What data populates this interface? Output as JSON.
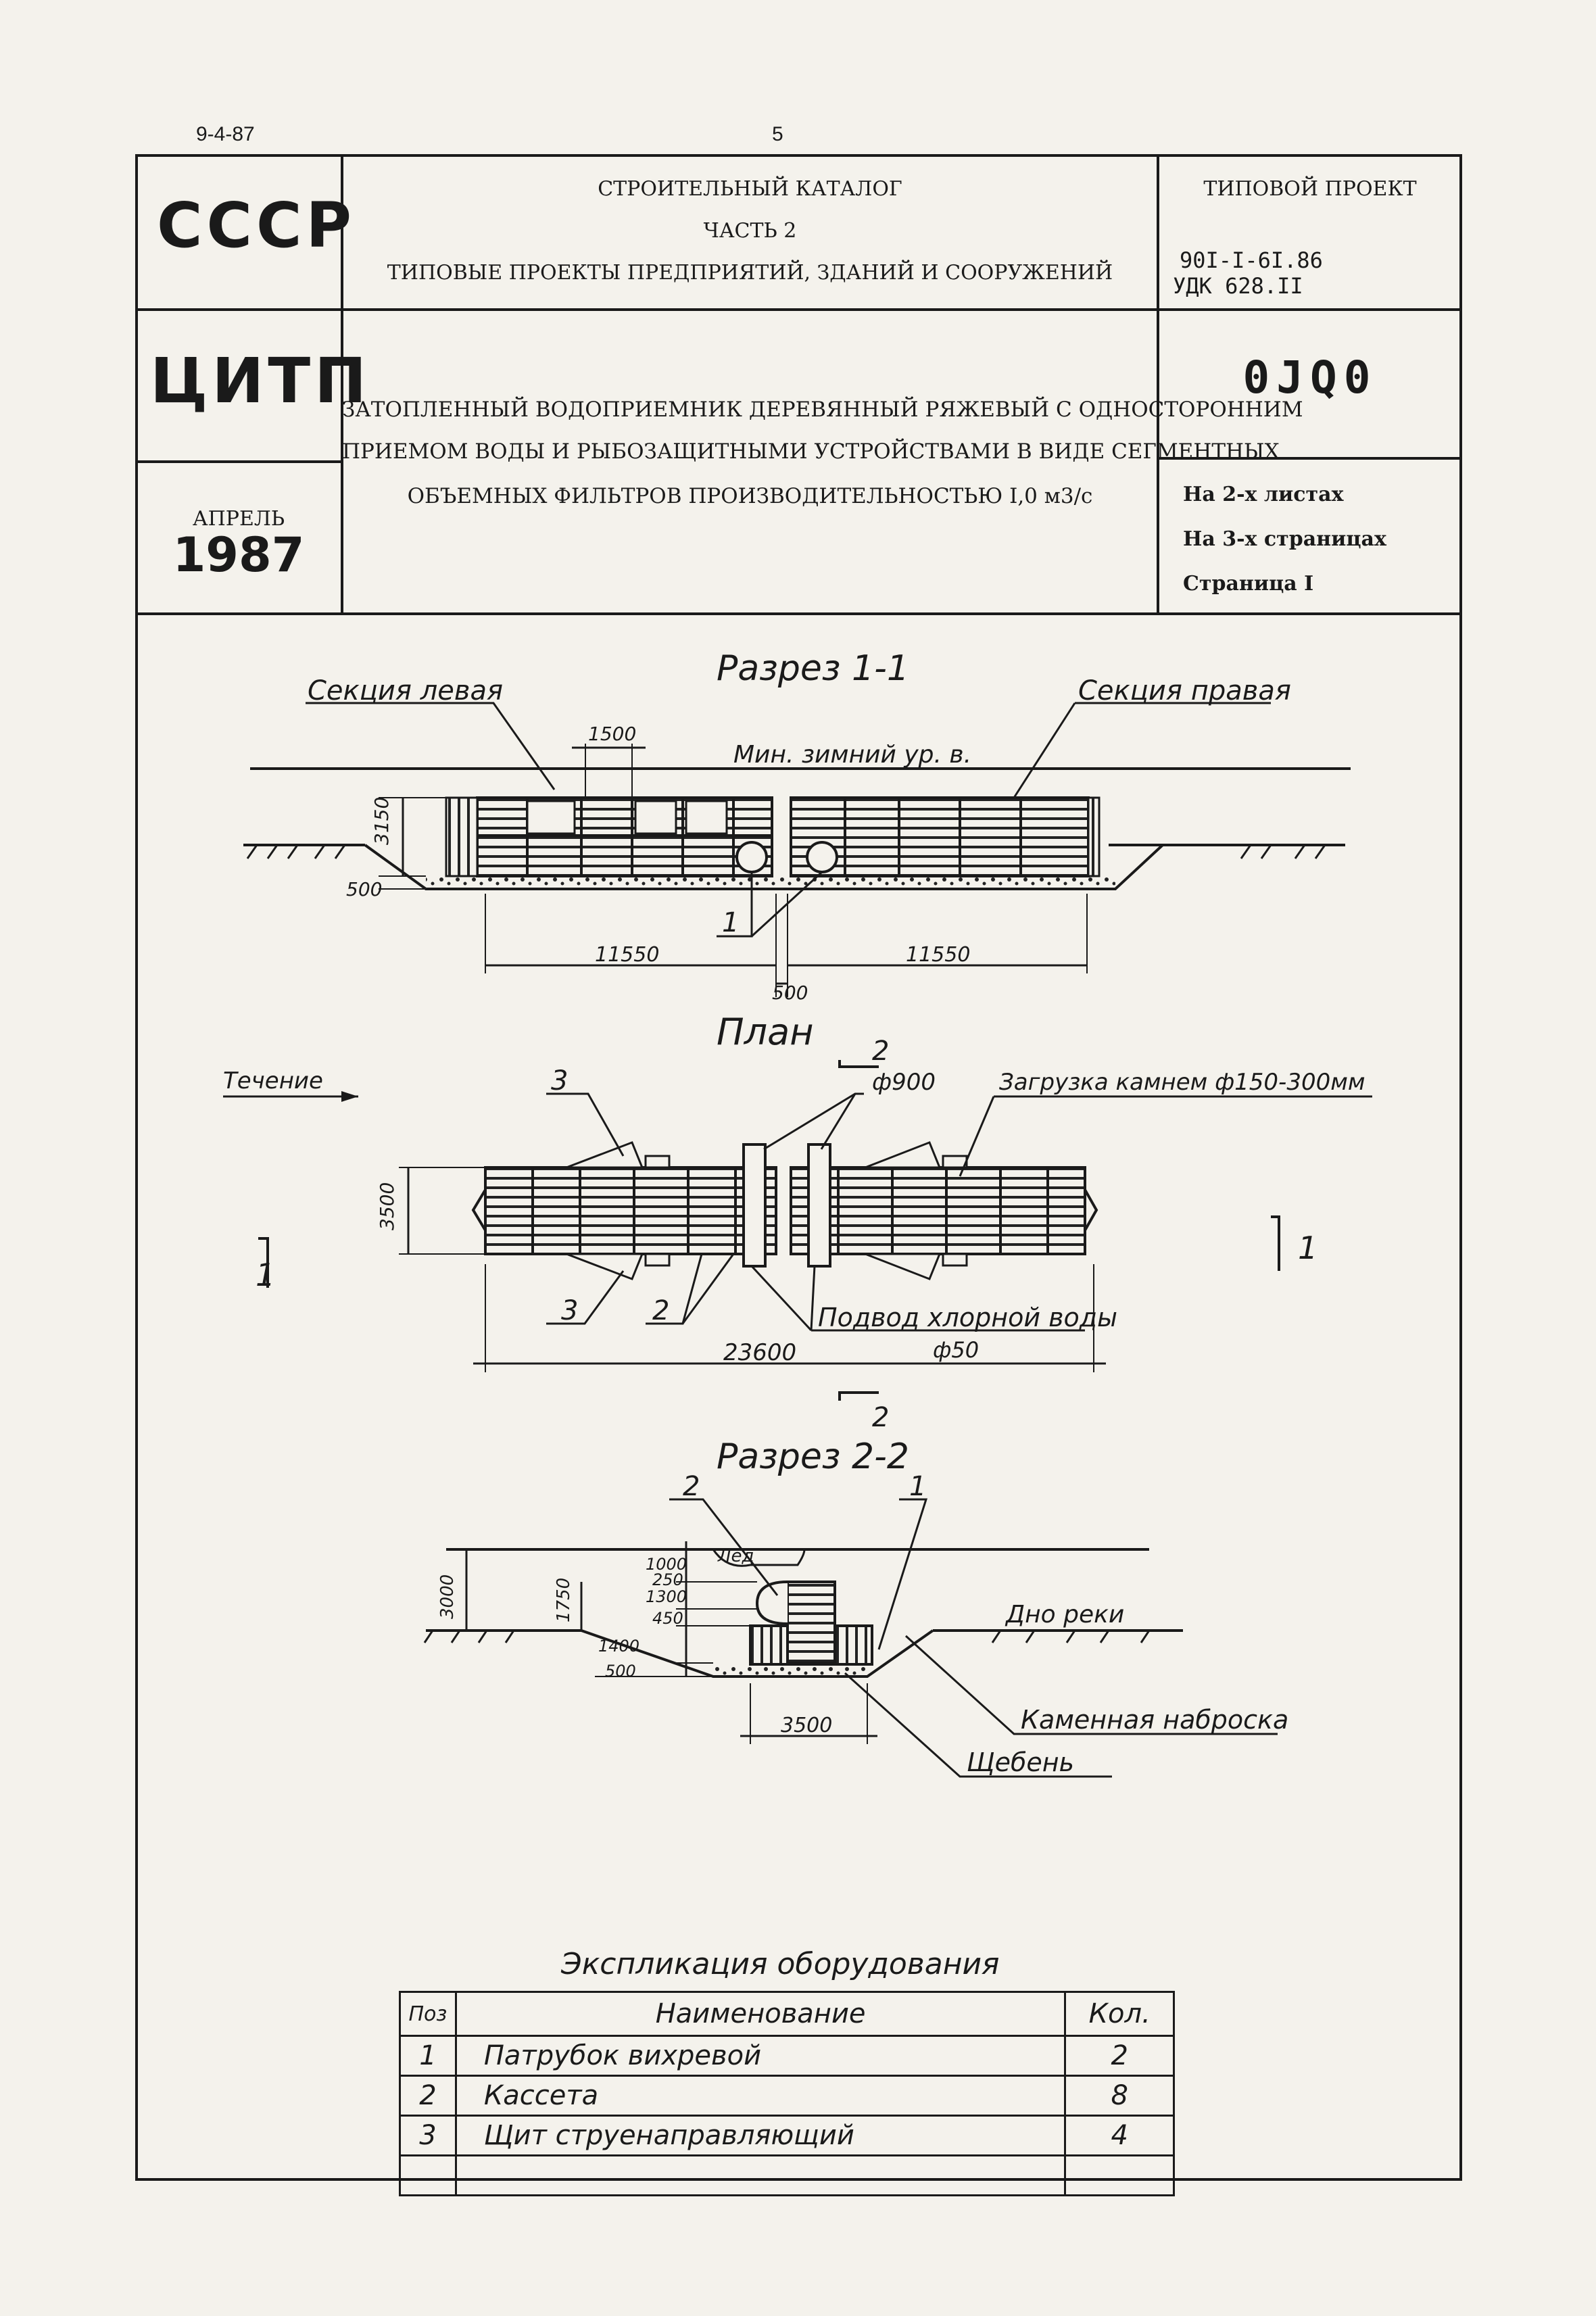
{
  "header": {
    "doc_code": "9-4-87",
    "page_number": "5"
  },
  "title_block": {
    "org1": "СССР",
    "org2": "ЦИТП",
    "date_month": "АПРЕЛЬ",
    "date_year": "1987",
    "catalog_line1": "СТРОИТЕЛЬНЫЙ КАТАЛОГ",
    "catalog_line2": "ЧАСТЬ 2",
    "catalog_line3": "ТИПОВЫЕ ПРОЕКТЫ ПРЕДПРИЯТИЙ, ЗДАНИЙ И СООРУЖЕНИЙ",
    "project_label": "ТИПОВОЙ ПРОЕКТ",
    "project_number": "90I-I-6I.86",
    "udk": "УДК 628.II",
    "code": "0JQ0",
    "title_line1": "ЗАТОПЛЕННЫЙ ВОДОПРИЕМНИК ДЕРЕВЯННЫЙ РЯЖЕВЫЙ С ОДНОСТОРОННИМ",
    "title_line2": "ПРИЕМОМ ВОДЫ И РЫБОЗАЩИТНЫМИ УСТРОЙСТВАМИ В ВИДЕ СЕГМЕНТНЫХ",
    "title_line3": "ОБЪЕМНЫХ ФИЛЬТРОВ ПРОИЗВОДИТЕЛЬНОСТЬЮ I,0 м3/с",
    "sheets": "На 2-х листах",
    "pages": "На 3-х страницах",
    "page": "Страница I"
  },
  "section1": {
    "title": "Разрез 1-1",
    "left_label": "Секция левая",
    "right_label": "Секция правая",
    "water_level": "Мин. зимний ур. в.",
    "dim_1500": "1500",
    "dim_3150": "3150",
    "dim_500": "500",
    "dim_left": "11550",
    "dim_right": "11550",
    "dim_gap": "500",
    "callout_1": "1"
  },
  "plan": {
    "title": "План",
    "flow_label": "Течение",
    "cut_label": "2",
    "pipe_diam": "ф900",
    "stone_label": "Загрузка камнем ф150-300мм",
    "dim_3500": "3500",
    "dim_total": "23600",
    "chlorine_label": "Подвод хлорной воды",
    "chlorine_diam": "ф50",
    "callout_3a": "3",
    "callout_3b": "3",
    "callout_2": "2",
    "section_mark": "1"
  },
  "section2": {
    "title": "Разрез 2-2",
    "ice_label": "Лед",
    "riverbed_label": "Дно реки",
    "riprap_label": "Каменная наброска",
    "gravel_label": "Щебень",
    "dim_3000": "3000",
    "dim_1750": "1750",
    "dim_1000": "1000",
    "dim_250": "250",
    "dim_1300": "1300",
    "dim_450": "450",
    "dim_1400": "1400",
    "dim_500": "500",
    "dim_3500": "3500",
    "callout_2": "2",
    "callout_1": "1"
  },
  "spec_table": {
    "title": "Экспликация оборудования",
    "headers": [
      "Поз",
      "Наименование",
      "Кол."
    ],
    "rows": [
      {
        "pos": "1",
        "name": "Патрубок вихревой",
        "qty": "2"
      },
      {
        "pos": "2",
        "name": "Кассета",
        "qty": "8"
      },
      {
        "pos": "3",
        "name": "Щит струенаправляющий",
        "qty": "4"
      },
      {
        "pos": "",
        "name": "",
        "qty": ""
      }
    ]
  }
}
